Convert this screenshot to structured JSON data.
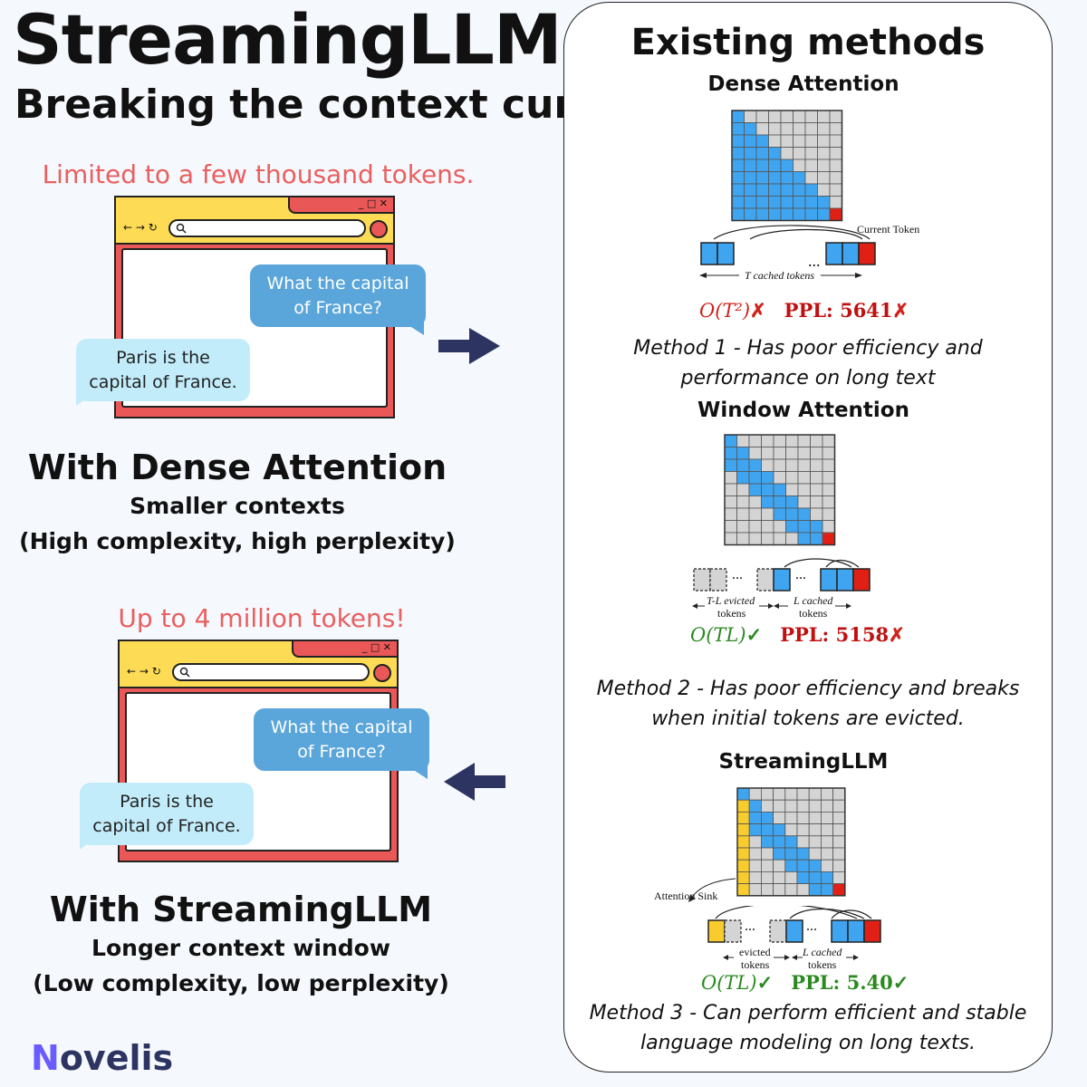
{
  "header": {
    "title": "StreamingLLM",
    "subtitle": "Breaking the context curse"
  },
  "dense_side": {
    "note": "Limited to a few thousand tokens.",
    "chat_question": "What the capital of France?",
    "chat_answer": "Paris is the capital of France.",
    "caption_heading": "With Dense Attention",
    "caption_line1": "Smaller contexts",
    "caption_line2": "(High complexity, high perplexity)"
  },
  "streaming_side": {
    "note": "Up to 4 million tokens!",
    "chat_question": "What the capital of France?",
    "chat_answer": "Paris is the capital of France.",
    "caption_heading": "With StreamingLLM",
    "caption_line1": "Longer context window",
    "caption_line2": "(Low complexity, low perplexity)"
  },
  "browser_icons": {
    "nav": "← → ↻",
    "window_controls": "_ □ ✕"
  },
  "panel": {
    "title": "Existing methods",
    "methods": [
      {
        "name": "Dense Attention",
        "current_token_label": "Current Token",
        "cached_label": "T cached tokens",
        "dots": "...",
        "complexity": "O(T²)",
        "complexity_mark": "✗",
        "ppl_label": "PPL: 5641",
        "ppl_mark": "✗",
        "description": "Method 1 - Has poor efficiency and performance on long text"
      },
      {
        "name": "Window Attention",
        "evicted_label_1": "T-L evicted",
        "evicted_label_2": "tokens",
        "cached_label_1": "L cached",
        "cached_label_2": "tokens",
        "dots": "...",
        "complexity": "O(TL)",
        "complexity_mark": "✓",
        "ppl_label": "PPL: 5158",
        "ppl_mark": "✗",
        "description": "Method 2 - Has poor efficiency and breaks when initial tokens are evicted."
      },
      {
        "name": "StreamingLLM",
        "sink_label": "Attention Sink",
        "evicted_label_1": "evicted",
        "evicted_label_2": "tokens",
        "cached_label_1": "L cached",
        "cached_label_2": "tokens",
        "dots": "...",
        "complexity": "O(TL)",
        "complexity_mark": "✓",
        "ppl_label": "PPL: 5.40",
        "ppl_mark": "✓",
        "description": "Method 3 - Can perform efficient and stable language modeling on long texts."
      }
    ]
  },
  "logo": {
    "first_letter": "N",
    "rest": "ovelis"
  },
  "colors": {
    "blue_cell": "#3fa5f0",
    "grey_cell": "#d4d4d4",
    "red_cell": "#e02015",
    "yellow_cell": "#f7cc2c",
    "note_red": "#ea5f5f",
    "arrow_navy": "#2d3461",
    "check_green": "#2a8a1f",
    "cross_red": "#d0231b"
  }
}
